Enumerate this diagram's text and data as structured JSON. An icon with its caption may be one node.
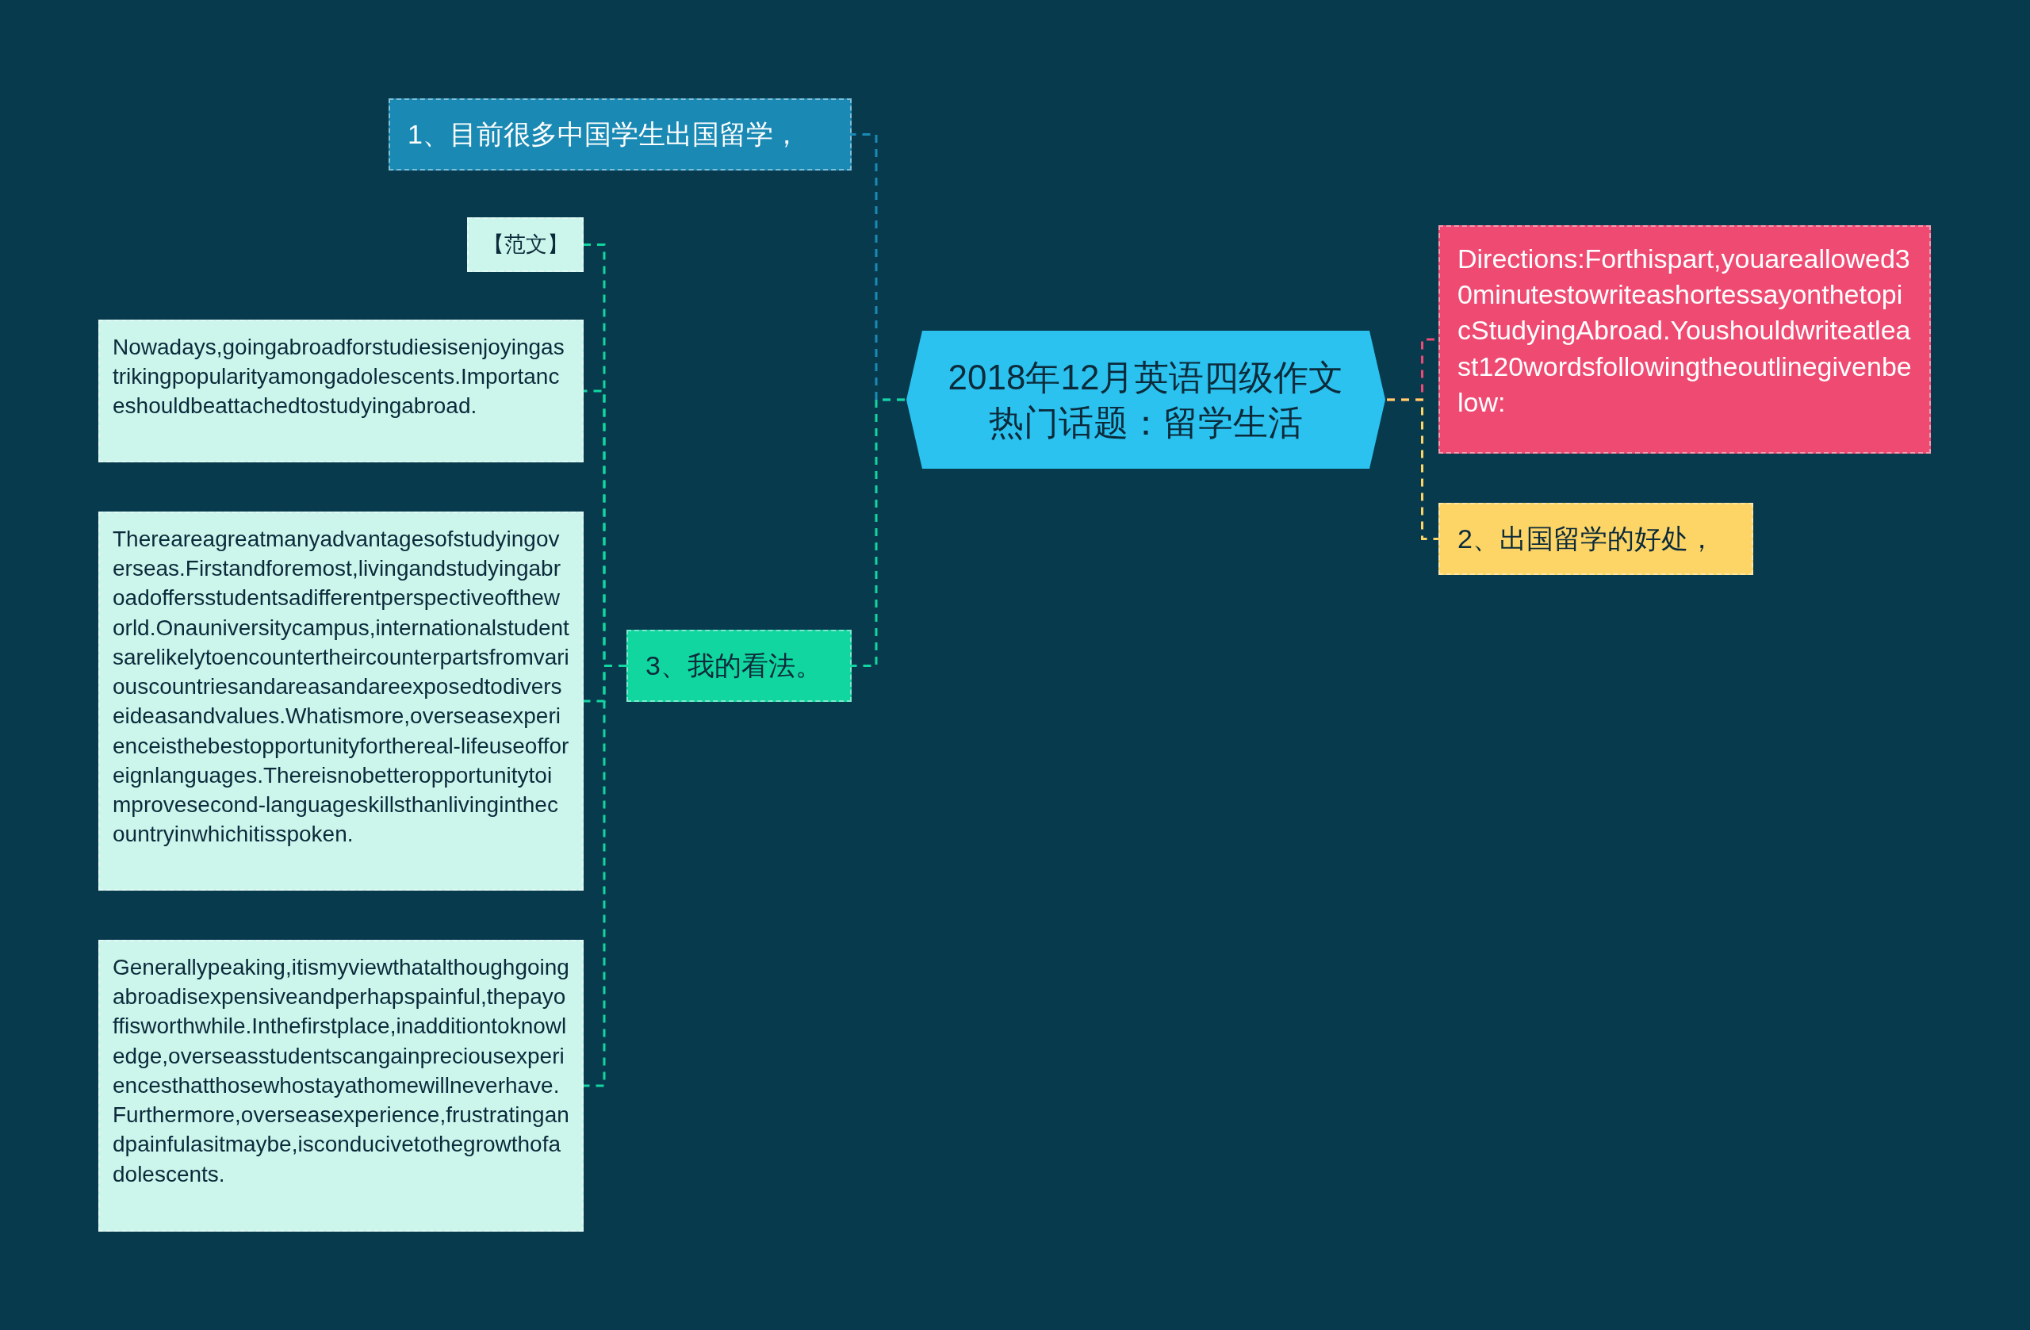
{
  "diagram": {
    "nodes": [
      {
        "text": [
          "2018年12月英语四级作文热门话题：留学生活"
        ]
      },
      {
        "text": [
          "1、目前很多中国学生出国留学，"
        ]
      },
      {
        "text": [
          "3、我的看法。"
        ]
      },
      {
        "text": [
          "【范文】"
        ]
      },
      {
        "text": [
          "Nowadays,goingabroadforstudiesisenjoyingastrikingpopularityamongadolescents.Importanceshouldbeattachedtostudyingabroad."
        ]
      },
      {
        "text": [
          "Thereareagreatmanyadvantagesofstudyingoverseas.Firstandforemost,livingandstudyingabroadoffersstudentsadifferentperspectiveoftheworld.Onauniversitycampus,internationalstudentsarelikelytoencountertheircounterpartsfromvariouscountriesandareasandareexposedtodiverseideasandvalues.Whatismore,overseasexperienceisthebestopportunityforthereal-lifeuseofforeignlanguages.Thereisnobetteropportunitytoimprovesecond-languageskillsthanlivinginthecountryinwhichitisspoken."
        ]
      },
      {
        "text": [
          "Generallypeaking,itismyviewthatalthoughgoingabroadisexpensiveandperhapspainful,thepayoffisworthwhile.Inthefirstplace,inadditiontoknowledge,overseasstudentscangainpreciousexperiencesthatthosewhostayathomewillneverhave.Furthermore,overseasexperience,frustratingandpainfulasitmaybe,isconducivetothegrowthofadolescents."
        ]
      },
      {
        "text": [
          "Directions:Forthispart,youareallowed30minutestowriteashortessayonthetopicStudyingAbroad.Youshouldwriteatleast120wordsfollowingtheoutlinegivenbelow:"
        ]
      },
      {
        "text": [
          "2、出国留学的好处，"
        ]
      }
    ],
    "edges": [
      {
        "from": 0,
        "to": 1,
        "arrow": "none",
        "style": "dashed",
        "color": "#1a8ab5"
      },
      {
        "from": 0,
        "to": 2,
        "arrow": "none",
        "style": "dashed"
      },
      {
        "from": 2,
        "to": 3,
        "arrow": "none",
        "style": "dashed"
      },
      {
        "from": 2,
        "to": 4,
        "arrow": "none",
        "style": "dashed"
      },
      {
        "from": 2,
        "to": 5,
        "arrow": "none",
        "style": "dashed"
      },
      {
        "from": 2,
        "to": 6,
        "arrow": "none",
        "style": "dashed"
      },
      {
        "from": 0,
        "to": 7,
        "arrow": "none",
        "style": "dashed",
        "color": "#ef4a72"
      },
      {
        "from": 0,
        "to": 8,
        "arrow": "none",
        "style": "dashed",
        "color": "#fdd566"
      }
    ]
  }
}
